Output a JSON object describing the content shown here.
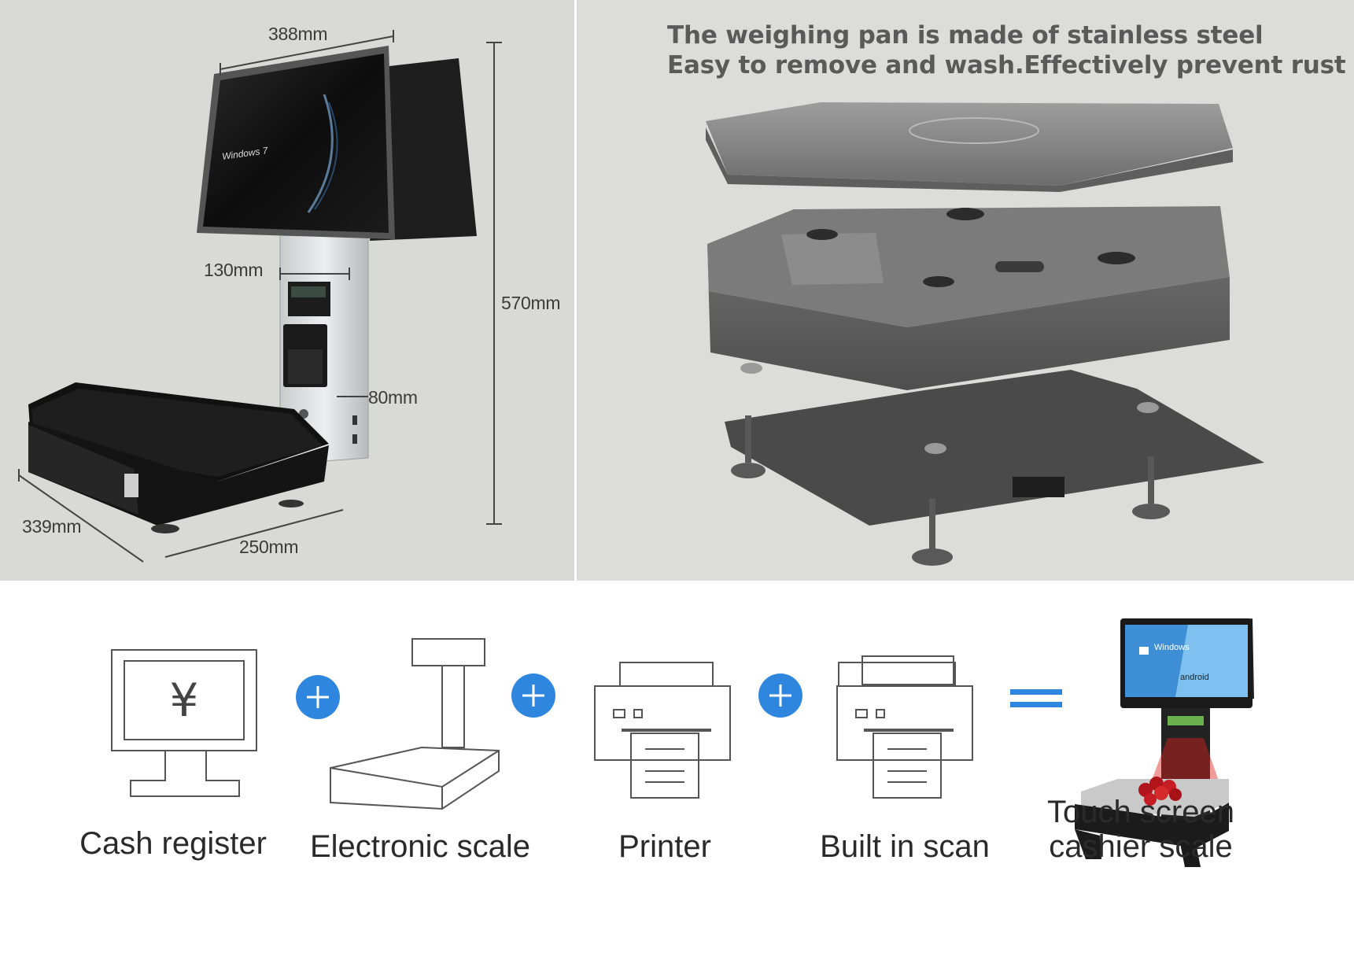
{
  "dimensions": {
    "width": "388mm",
    "pole_width": "130mm",
    "height": "570mm",
    "pole_depth": "80mm",
    "depth": "339mm",
    "platform_width": "250mm"
  },
  "screen_brand": "Windows 7",
  "caption": {
    "line1": "The weighing pan is made of stainless steel",
    "line2": "Easy to remove and wash.Effectively prevent rust"
  },
  "components": [
    {
      "label": "Cash register",
      "icon": "cash-register-icon"
    },
    {
      "label": "Electronic scale",
      "icon": "electronic-scale-icon"
    },
    {
      "label": "Printer",
      "icon": "printer-icon"
    },
    {
      "label": "Built in scan",
      "icon": "scanner-printer-icon"
    }
  ],
  "result": {
    "line1": "Touch screen",
    "line2": "cashier scale"
  },
  "currency_symbol": "¥",
  "os_labels": {
    "windows": "Windows",
    "android": "android"
  },
  "operators": {
    "plus": "+",
    "equals": "="
  },
  "colors": {
    "accent_blue": "#2f86de",
    "laser_red": "#e02020"
  }
}
